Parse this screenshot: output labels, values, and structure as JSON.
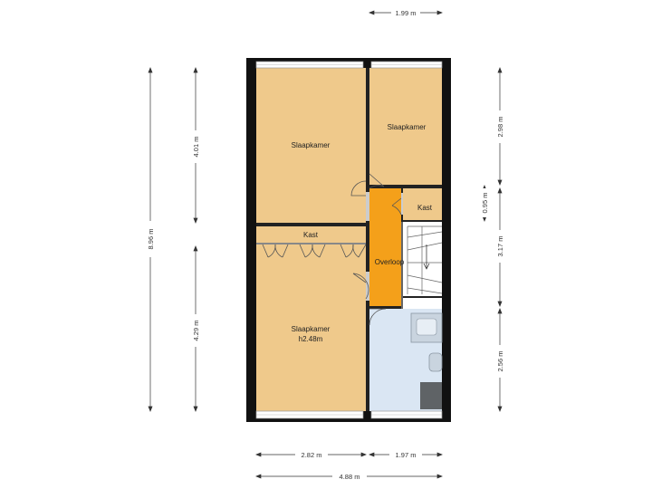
{
  "rooms": {
    "bedroom_top_left": "Slaapkamer",
    "bedroom_top_right": "Slaapkamer",
    "closet_left": "Kast",
    "closet_right": "Kast",
    "landing": "Overloop",
    "bedroom_bottom": "Slaapkamer",
    "bedroom_bottom_height": "h2.48m"
  },
  "dimensions": {
    "top_width": "1.99 m",
    "left_total": "8.96 m",
    "left_upper": "4.01 m",
    "left_lower": "4.29 m",
    "right_upper": "2.98 m",
    "right_closet": "0.95 m",
    "right_middle": "3.17 m",
    "right_lower": "2.56 m",
    "bottom_left": "2.82 m",
    "bottom_right": "1.97 m",
    "bottom_total": "4.88 m"
  },
  "colors": {
    "room_fill": "#efc98b",
    "landing_fill": "#f4a01a",
    "bathroom_fill": "#dae6f3",
    "wall": "#111111"
  }
}
